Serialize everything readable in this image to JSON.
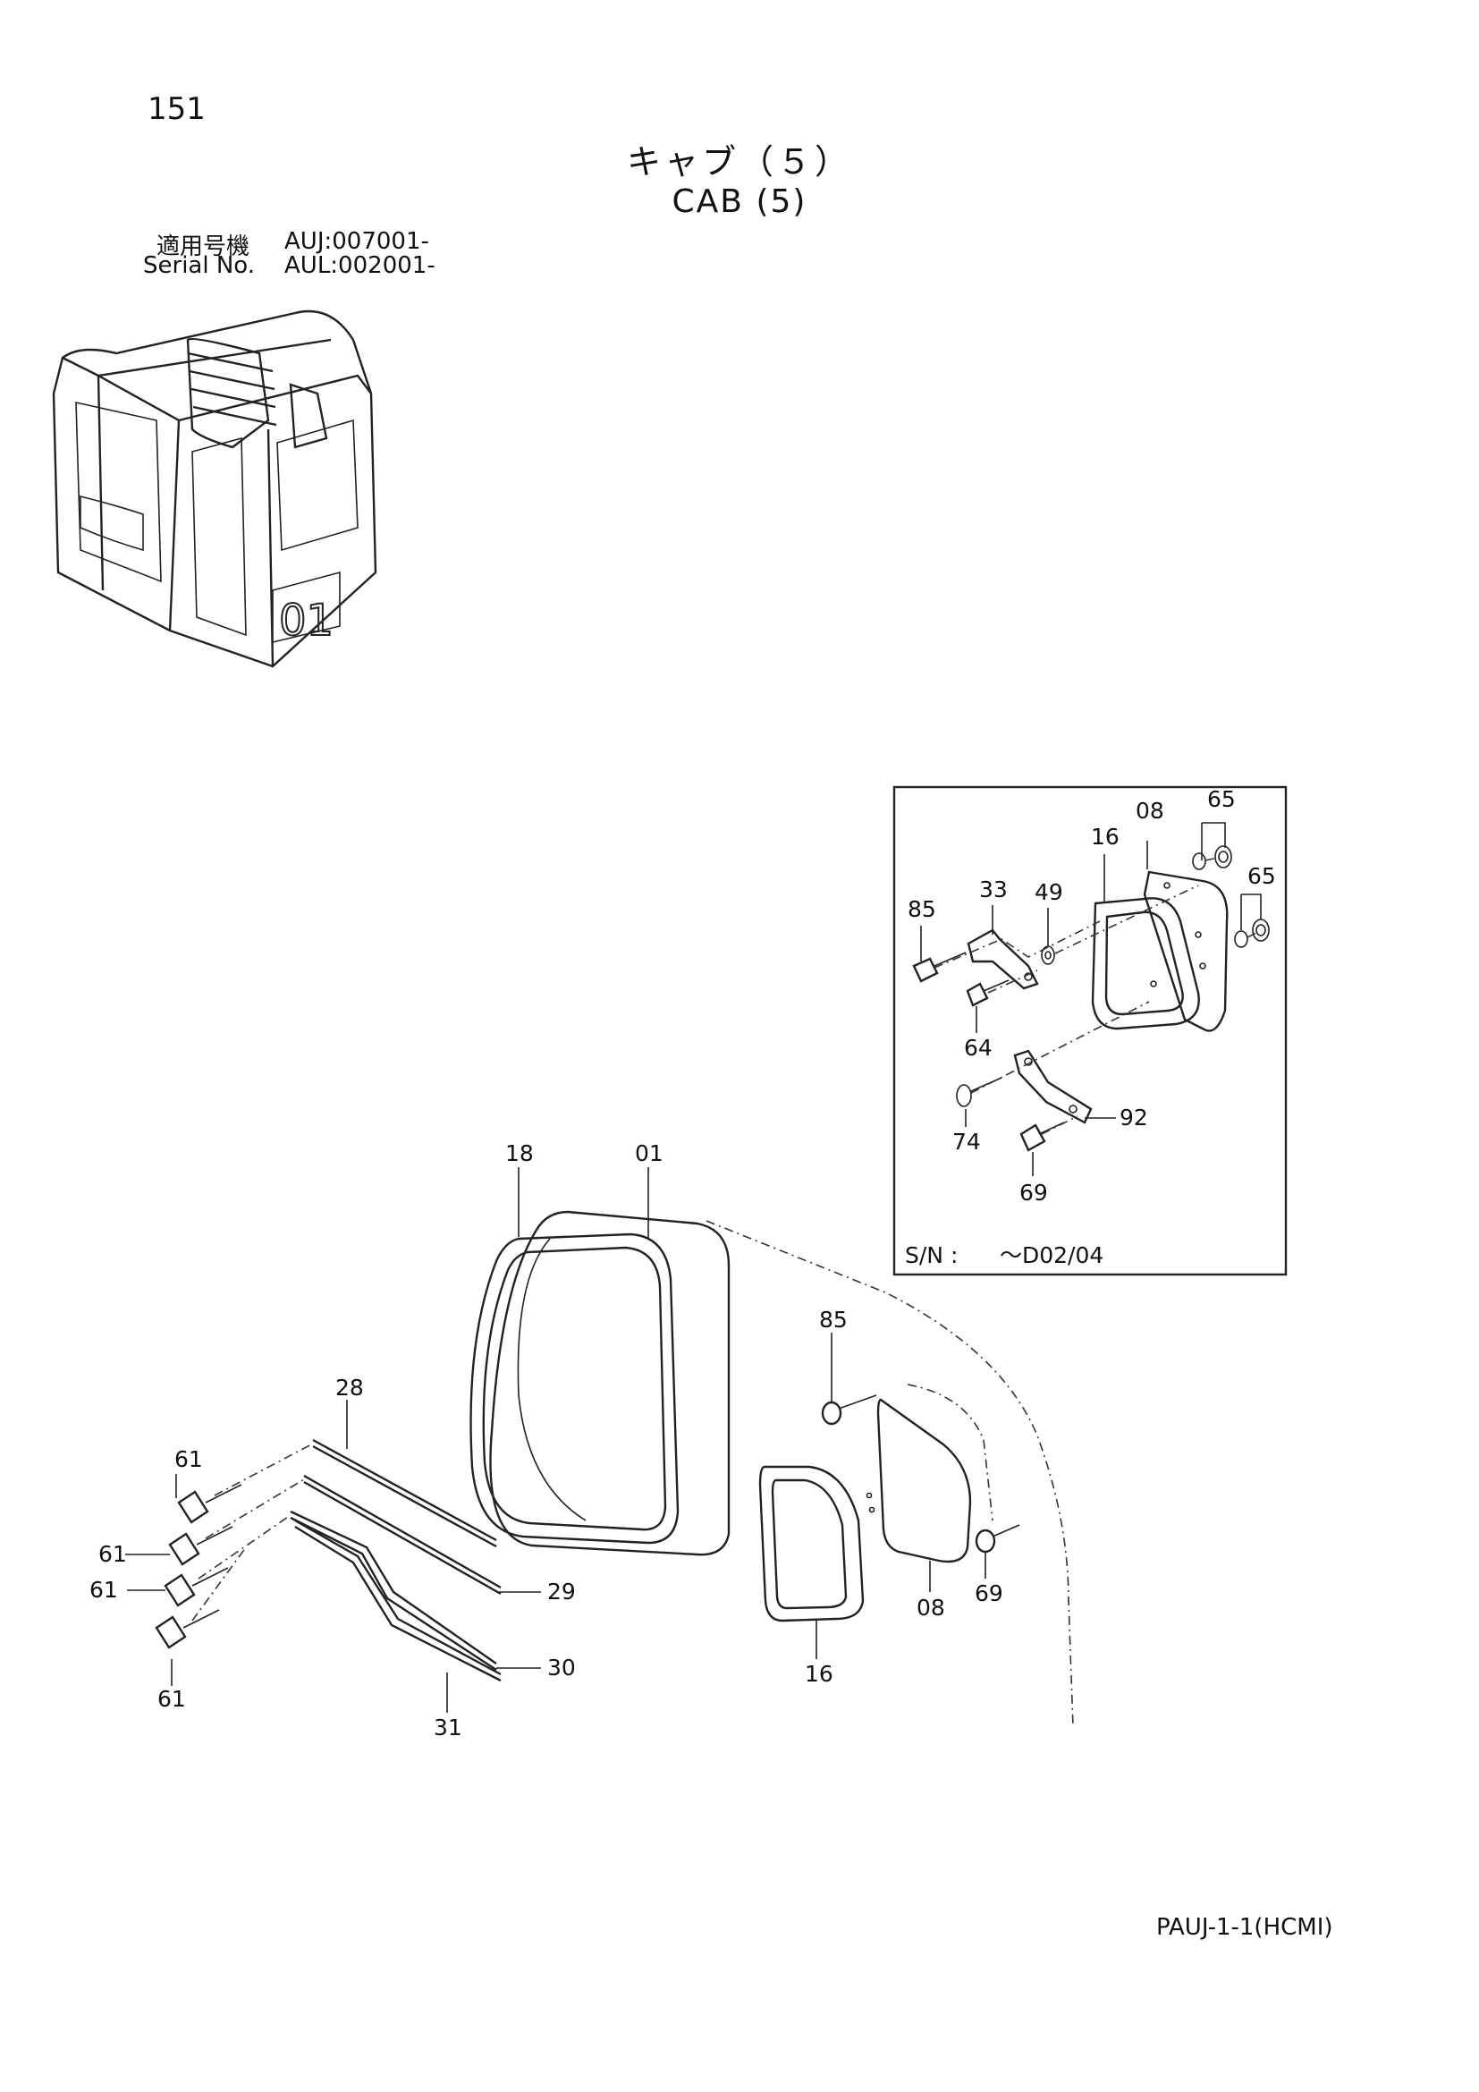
{
  "page": {
    "number": "151",
    "title_jp": "キャブ（５）",
    "title_en": "CAB (5)",
    "serial": {
      "label_jp": "適用号機",
      "label_en": "Serial No.",
      "values": [
        "AUJ:007001-",
        "AUL:002001-"
      ]
    },
    "footer_code": "PAUJ-1-1(HCMI)"
  },
  "inset": {
    "serial_note": "S/N :",
    "serial_range": "～D02/04",
    "callouts": [
      "08",
      "65",
      "16",
      "65",
      "85",
      "33",
      "49",
      "64",
      "92",
      "74",
      "69"
    ]
  },
  "main": {
    "callouts": [
      "18",
      "01",
      "28",
      "61",
      "61",
      "61",
      "61",
      "29",
      "30",
      "31",
      "85",
      "69",
      "08",
      "16"
    ]
  }
}
